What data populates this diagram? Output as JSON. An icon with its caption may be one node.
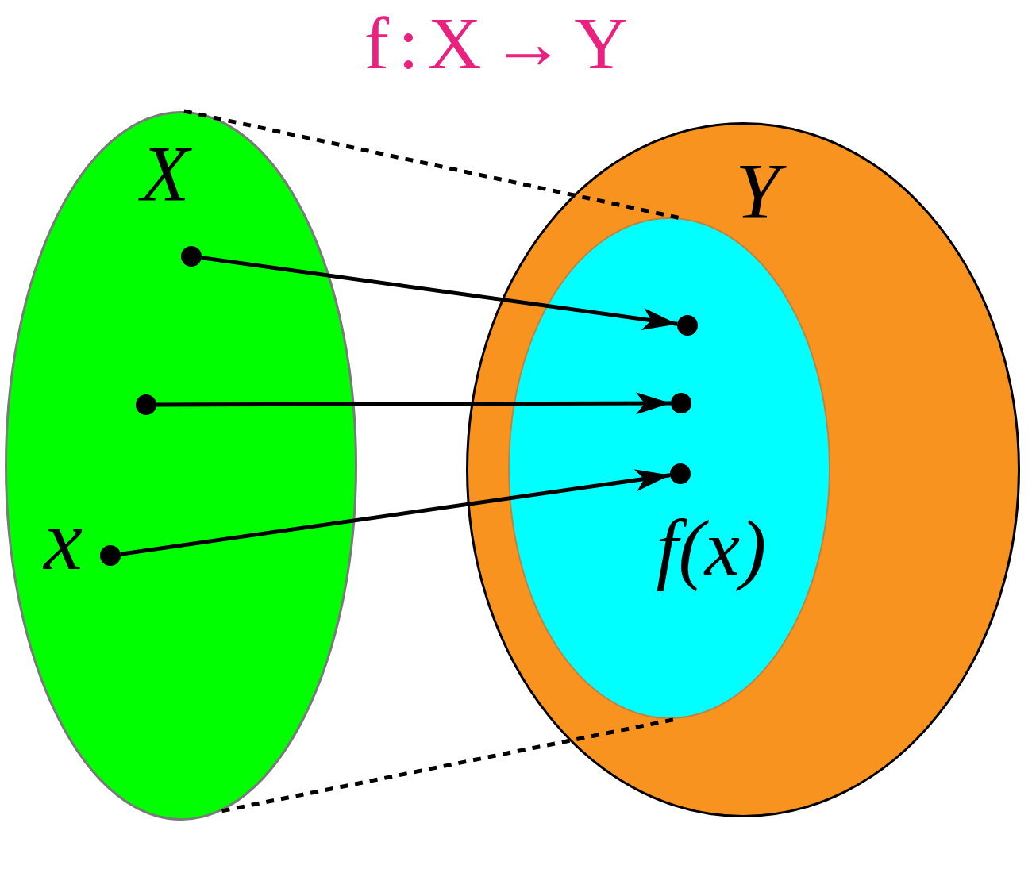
{
  "diagram": {
    "title": "f:X→Y",
    "nodes": [
      {
        "text": [
          "X"
        ]
      },
      {
        "text": [],
        "shape": "circle",
        "in": 0
      },
      {
        "text": [],
        "shape": "circle",
        "in": 0
      },
      {
        "text": [],
        "shape": "circle",
        "in": 0,
        "beside": [
          "x"
        ]
      },
      {
        "text": [
          "Y"
        ]
      },
      {
        "text": [],
        "shape": "ellipse",
        "in": 4
      },
      {
        "text": [],
        "shape": "circle",
        "in": 5
      },
      {
        "text": [],
        "shape": "circle",
        "in": 5
      },
      {
        "text": [],
        "shape": "circle",
        "in": 5,
        "beside": [
          "*f*(*x*)"
        ]
      }
    ],
    "edges": [
      {
        "from": 0,
        "to": 5,
        "arrow": "none",
        "style": "dashed"
      },
      {
        "from": 1,
        "to": 6,
        "arrow": "to"
      },
      {
        "from": 2,
        "to": 7,
        "arrow": "to"
      },
      {
        "from": 3,
        "to": 8,
        "arrow": "to"
      },
      {
        "from": 0,
        "to": 5,
        "arrow": "none",
        "style": "dashed"
      }
    ]
  }
}
